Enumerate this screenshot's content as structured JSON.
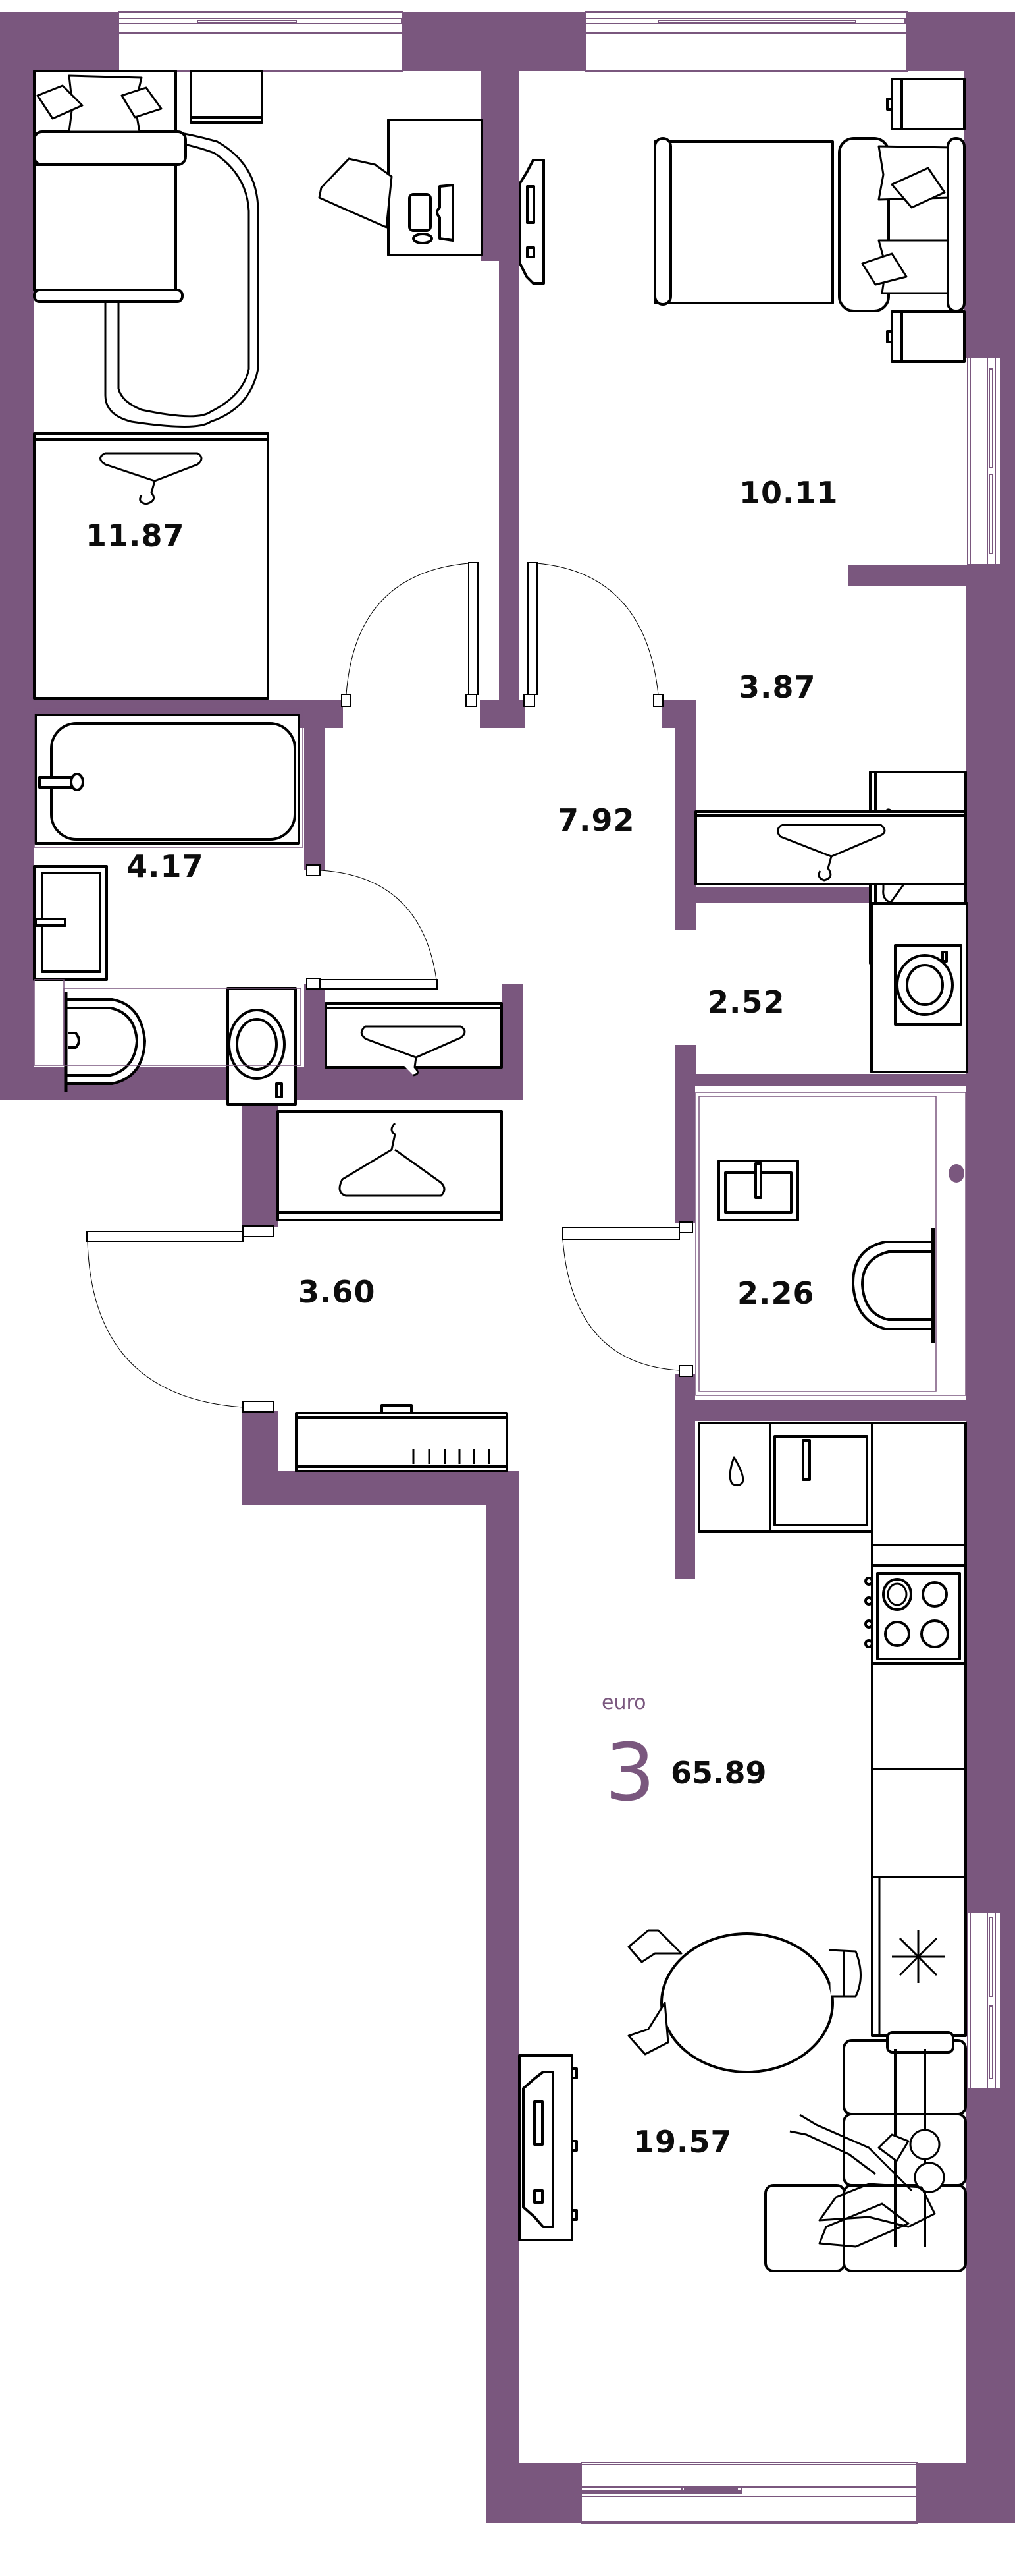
{
  "plan": {
    "wall_color": "#7a577e",
    "line_color": "#000000",
    "background": "#ffffff"
  },
  "summary": {
    "currency": "euro",
    "rooms_count": "3",
    "total_area": "65.89"
  },
  "rooms": [
    {
      "id": "bedroom-1",
      "area": "11.87"
    },
    {
      "id": "bedroom-2",
      "area": "10.11"
    },
    {
      "id": "wardrobe",
      "area": "3.87"
    },
    {
      "id": "corridor",
      "area": "7.92"
    },
    {
      "id": "bathroom",
      "area": "4.17"
    },
    {
      "id": "laundry",
      "area": "2.52"
    },
    {
      "id": "entrance-hall",
      "area": "3.60"
    },
    {
      "id": "wc",
      "area": "2.26"
    },
    {
      "id": "kitchen-living",
      "area": "19.57"
    }
  ]
}
